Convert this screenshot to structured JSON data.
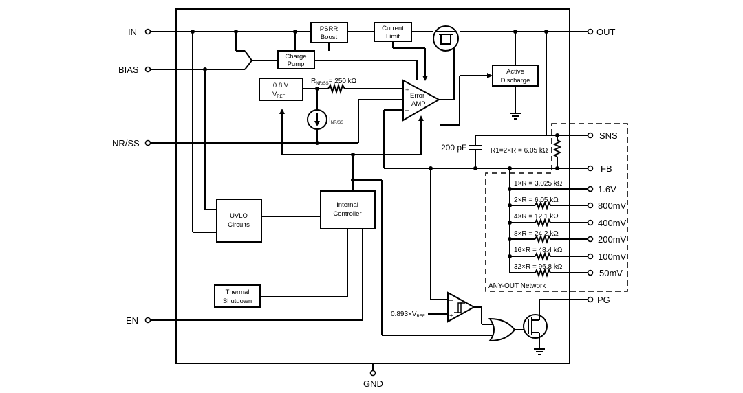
{
  "pins": {
    "in": "IN",
    "bias": "BIAS",
    "nrss": "NR/SS",
    "en": "EN",
    "gnd": "GND",
    "out": "OUT",
    "sns": "SNS",
    "fb": "FB",
    "pg": "PG",
    "v1_6": "1.6V",
    "v800": "800mV",
    "v400": "400mV",
    "v200": "200mV",
    "v100": "100mV",
    "v50": "50mV"
  },
  "blocks": {
    "psrr_l1": "PSRR",
    "psrr_l2": "Boost",
    "curlim_l1": "Current",
    "curlim_l2": "Limit",
    "cp_l1": "Charge",
    "cp_l2": "Pump",
    "vref_l1": "0.8 V",
    "vref_l2": "V",
    "vref_sub": "REF",
    "ea_plus": "+",
    "ea_minus": "–",
    "ea_l1": "Error",
    "ea_l2": "AMP",
    "ad_l1": "Active",
    "ad_l2": "Discharge",
    "uvlo_l1": "UVLO",
    "uvlo_l2": "Circuits",
    "ic_l1": "Internal",
    "ic_l2": "Controller",
    "ts_l1": "Thermal",
    "ts_l2": "Shutdown"
  },
  "labels": {
    "rnr_main": "R",
    "rnr_sub": "NR/SS",
    "rnr_val": "= 250 kΩ",
    "inr_main": "I",
    "inr_sub": "NR/SS",
    "cap": "200 pF",
    "r1": "R1=2×R = 6.05 kΩ",
    "r_1x": "1×R = 3.025 kΩ",
    "r_2x": "2×R = 6.05 kΩ",
    "r_4x": "4×R = 12.1 kΩ",
    "r_8x": "8×R = 24.2 kΩ",
    "r_16x": "16×R = 48.4 kΩ",
    "r_32x": "32×R = 96.8 kΩ",
    "network": "ANY-OUT Network",
    "pg_ref_main": "0.893×V",
    "pg_ref_sub": "REF",
    "cmp_plus": "+",
    "cmp_minus": "–"
  }
}
